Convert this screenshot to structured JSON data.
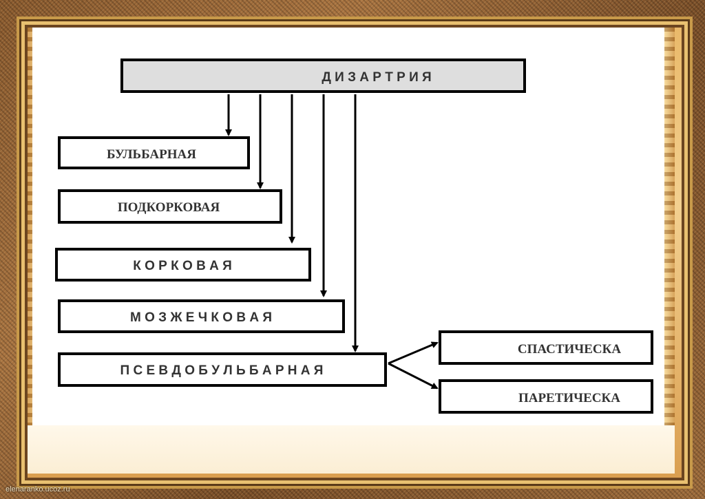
{
  "diagram": {
    "root": "Д И З А Р Т Р И Я",
    "types": [
      "БУЛЬБАРНАЯ",
      "ПОДКОРКОВАЯ",
      "К О Р К О В А Я",
      "М О З Ж Е Ч К О В А Я",
      "П С Е В Д О Б У Л Ь Б А Р Н А Я"
    ],
    "pseudobulbar_subtypes": [
      "СПАСТИЧЕСКА",
      "ПАРЕТИЧЕСКА"
    ]
  },
  "watermark": "elenaranko.ucoz.ru",
  "colors": {
    "root_fill": "#dedede",
    "box_border": "#000000",
    "text": "#333333"
  }
}
